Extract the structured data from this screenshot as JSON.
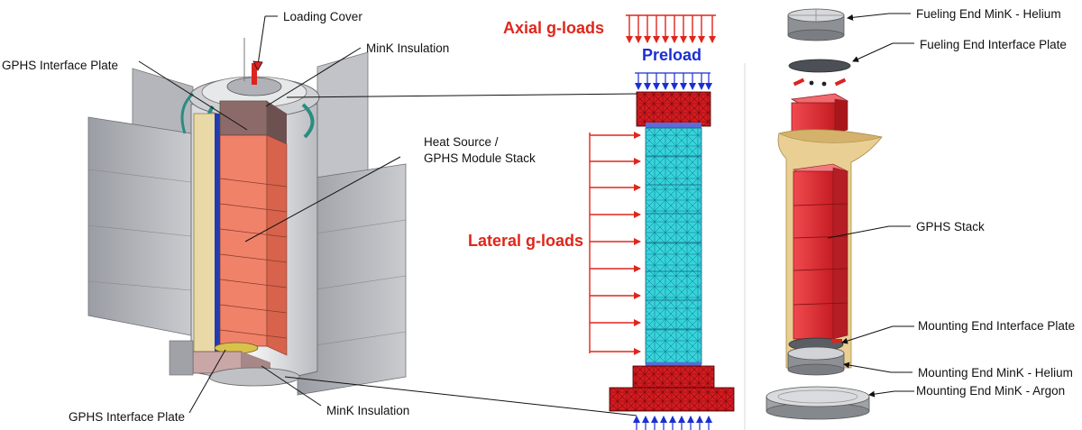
{
  "left_labels": {
    "loading_cover": "Loading Cover",
    "mink_top": "MinK Insulation",
    "gphs_plate_top": "GPHS Interface Plate",
    "heat_source_l1": "Heat Source /",
    "heat_source_l2": "GPHS Module Stack",
    "gphs_plate_bottom": "GPHS Interface Plate",
    "mink_bottom": "MinK Insulation"
  },
  "middle_labels": {
    "axial": "Axial g-loads",
    "preload": "Preload",
    "lateral": "Lateral g-loads"
  },
  "right_labels": {
    "fueling_mink": "Fueling End MinK - Helium",
    "fueling_plate": "Fueling End Interface Plate",
    "gphs_stack": "GPHS Stack",
    "mounting_plate": "Mounting End Interface Plate",
    "mounting_mink_he": "Mounting End MinK - Helium",
    "mounting_mink_ar": "Mounting End MinK - Argon"
  },
  "colors": {
    "load_arrow": "#e0261b",
    "preload_arrow": "#1b2fd1",
    "module_orange": "#f0826a",
    "mesh_red": "#d51b20",
    "mesh_cyan": "#2fd2d8",
    "exploded_red": "#e8333a"
  }
}
